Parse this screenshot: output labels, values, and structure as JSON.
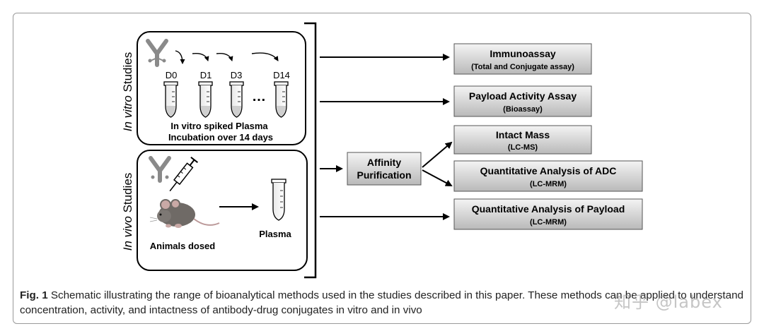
{
  "diagram": {
    "sections": {
      "in_vitro": {
        "label_italic": "In vitro",
        "label_rest": " Studies"
      },
      "in_vivo": {
        "label_italic": "In vivo",
        "label_rest": " Studies"
      }
    },
    "timepoints": [
      "D0",
      "D1",
      "D3",
      "D14"
    ],
    "ellipsis": "…",
    "in_vitro_caption": [
      "In vitro spiked Plasma",
      "Incubation over 14 days"
    ],
    "animals_label": "Animals dosed",
    "plasma_label": "Plasma",
    "affinity": [
      "Affinity",
      "Purification"
    ],
    "methods": [
      {
        "title": "Immunoassay",
        "subtitle": "(Total and Conjugate assay)"
      },
      {
        "title": "Payload Activity Assay",
        "subtitle": "(Bioassay)"
      },
      {
        "title": "Intact Mass",
        "subtitle": "(LC-MS)"
      },
      {
        "title": "Quantitative Analysis of ADC",
        "subtitle": "(LC-MRM)"
      },
      {
        "title": "Quantitative Analysis of Payload",
        "subtitle": "(LC-MRM)"
      }
    ]
  },
  "caption": {
    "label": "Fig. 1",
    "text": " Schematic illustrating the range of bioanalytical methods used in the studies described in this paper. These methods can be applied to understand concentration, activity, and intactness of antibody-drug conjugates in vitro and in vivo"
  },
  "watermark": "知乎 @labex",
  "colors": {
    "box_top": "#f4f4f4",
    "box_bottom": "#b9b9b9",
    "antibody": "#8a8a8a",
    "line": "#000000"
  }
}
